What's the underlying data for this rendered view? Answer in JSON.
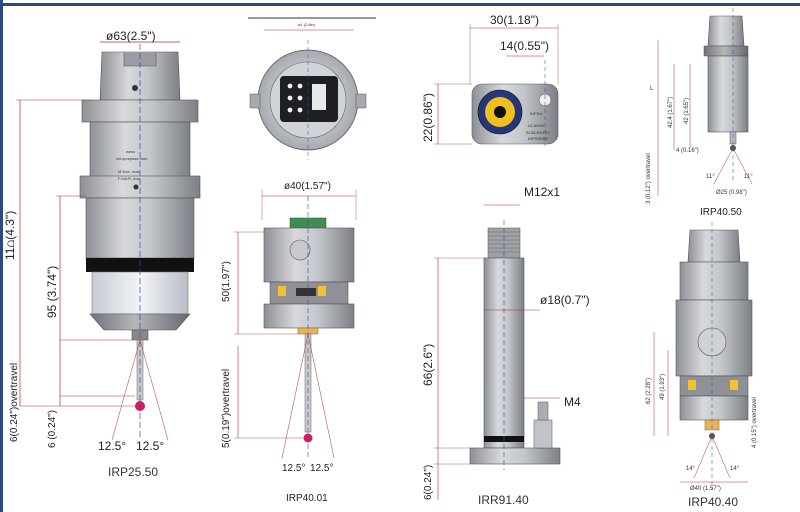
{
  "frame": {
    "accent": "#2b4a7d",
    "dim_color": "#c0392b",
    "stylus_ball": "#d81b60"
  },
  "irp2550": {
    "caption": "IRP25.50",
    "dia_top": "ø63(2.5\")",
    "total_len": "11⩍(4.3\")",
    "body_len": "95 (3.74\")",
    "overtravel": "6(0.24\")overtravel",
    "tip_len": "6 (0.24\")",
    "angle_left": "12.5°",
    "angle_right": "12.5°",
    "engrave_1": "www.",
    "engrave_2": "wii-nprepass.mon",
    "engrave_3": "M-Nax, max",
    "engrave_4": "FJaILR, max"
  },
  "irp4001": {
    "caption": "IRP40.01",
    "top_dim": "ø1 (2.6in)",
    "dia": "ø40(1.57\")",
    "height": "50(1.97\")",
    "overtravel": "5(0.19\")overtravel",
    "angle_left": "12.5°",
    "angle_right": "12.5°"
  },
  "irr9140": {
    "caption": "IRR91.40",
    "width": "30(1.18\")",
    "inner": "14(0.55\")",
    "height": "22(0.86\")",
    "thread": "M12x1",
    "dia": "ø18(0.7\")",
    "m4": "M4",
    "length": "66(2.6\")",
    "base": "6(0.24\")",
    "face_1": "INFRA",
    "face_2": "LE.60/50",
    "face_3": "EL36-ENTRY",
    "face_4": "INFRARED"
  },
  "irp4050": {
    "caption": "IRP40.50",
    "l": "L",
    "d1": "42.4 (1.67\")",
    "d2": "42 (1.65\")",
    "d3": "4 (0.16\")",
    "overtravel": "3 (0.12\") overtravel",
    "angle_left": "11°",
    "angle_right": "11°",
    "dia": "Ø25 (0.98\")"
  },
  "irp4040": {
    "caption": "IRP40.40",
    "d1": "62 (2.28\")",
    "d2": "49 (1.93\")",
    "overtravel": "4 (0.15\") overtravel",
    "angle_left": "14°",
    "angle_right": "14°",
    "dia": "Ø40 (1.57\")"
  }
}
